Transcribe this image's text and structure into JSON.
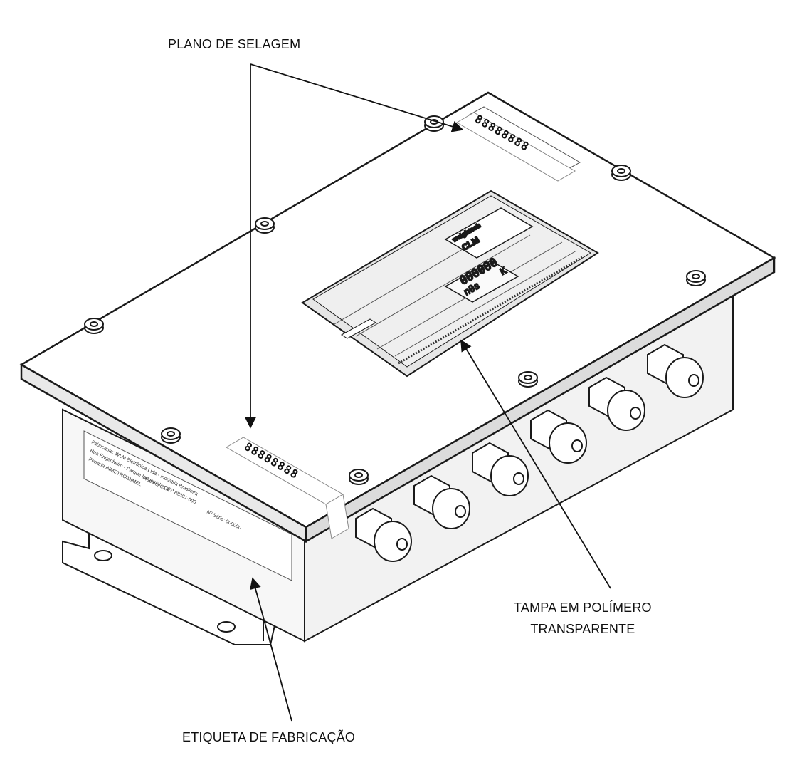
{
  "callouts": {
    "sealing_plane": "PLANO DE SELAGEM",
    "cover_line1": "TAMPA EM POLÍMERO",
    "cover_line2": "TRANSPARENTE",
    "manufacturing_label": "ETIQUETA DE FABRICAÇÃO"
  },
  "seals": {
    "top_seal_number": "88888888",
    "front_seal_number": "88888888"
  },
  "device": {
    "brand": "weightech",
    "model": "CLM",
    "display_reading": "000000",
    "display_sub": "n0s",
    "display_unit": "K"
  },
  "label": {
    "lines": [
      "Fabricante: WLM Eletrônica Ltda - Indústria Brasileira",
      "Rua Engenheiro - Parque Industrial - CEP 88301-000",
      "Portaria INMETRO/DIMEL",
      "Modelo: CLM",
      "Nº Série: 000000"
    ]
  },
  "colors": {
    "line": "#1a1a1a",
    "face": "#ffffff",
    "shade": "#d9d9d9",
    "panel": "#e6e6e6"
  }
}
